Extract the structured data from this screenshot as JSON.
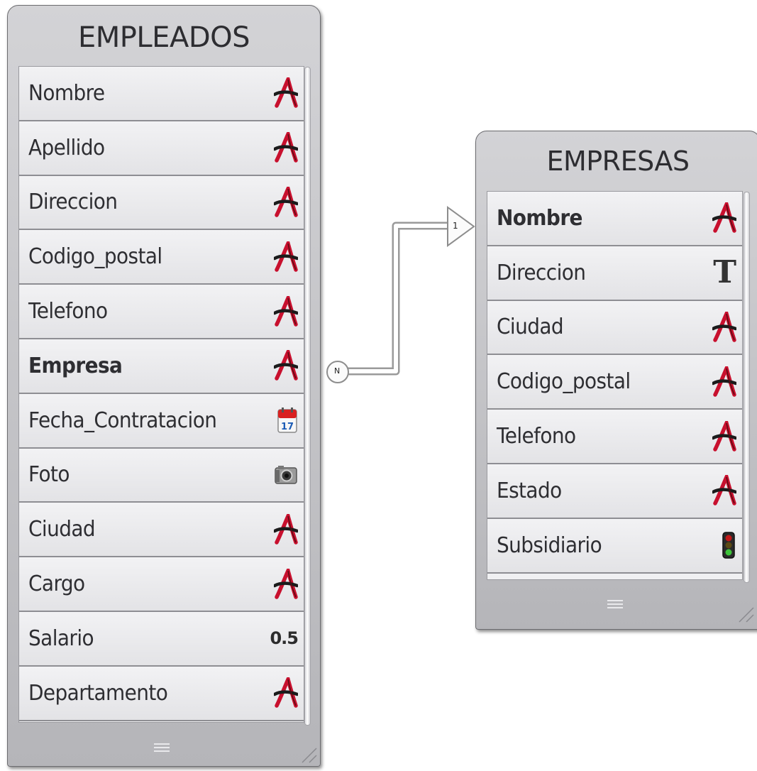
{
  "empleados": {
    "title": "EMPLEADOS",
    "fields": [
      {
        "label": "Nombre",
        "type_icon": "text-icon",
        "key": false
      },
      {
        "label": "Apellido",
        "type_icon": "text-icon",
        "key": false
      },
      {
        "label": "Direccion",
        "type_icon": "text-icon",
        "key": false
      },
      {
        "label": "Codigo_postal",
        "type_icon": "text-icon",
        "key": false
      },
      {
        "label": "Telefono",
        "type_icon": "text-icon",
        "key": false
      },
      {
        "label": "Empresa",
        "type_icon": "text-icon",
        "key": true
      },
      {
        "label": "Fecha_Contratacion",
        "type_icon": "calendar-icon",
        "key": false
      },
      {
        "label": "Foto",
        "type_icon": "camera-icon",
        "key": false
      },
      {
        "label": "Ciudad",
        "type_icon": "text-icon",
        "key": false
      },
      {
        "label": "Cargo",
        "type_icon": "text-icon",
        "key": false
      },
      {
        "label": "Salario",
        "type_icon": "number-icon",
        "key": false
      },
      {
        "label": "Departamento",
        "type_icon": "text-icon",
        "key": false
      }
    ]
  },
  "empresas": {
    "title": "EMPRESAS",
    "fields": [
      {
        "label": "Nombre",
        "type_icon": "text-icon",
        "key": true
      },
      {
        "label": "Direccion",
        "type_icon": "text-block-icon",
        "key": false
      },
      {
        "label": "Ciudad",
        "type_icon": "text-icon",
        "key": false
      },
      {
        "label": "Codigo_postal",
        "type_icon": "text-icon",
        "key": false
      },
      {
        "label": "Telefono",
        "type_icon": "text-icon",
        "key": false
      },
      {
        "label": "Estado",
        "type_icon": "text-icon",
        "key": false
      },
      {
        "label": "Subsidiario",
        "type_icon": "boolean-icon",
        "key": false
      }
    ]
  },
  "relation": {
    "many_label": "N",
    "one_label": "1"
  },
  "icons": {
    "number_text": "0.5",
    "calendar_day": "17",
    "text_block_glyph": "T"
  },
  "colors": {
    "text_icon": "#c8102e",
    "calendar_red": "#d92020",
    "calendar_blue": "#1c5cb5"
  }
}
